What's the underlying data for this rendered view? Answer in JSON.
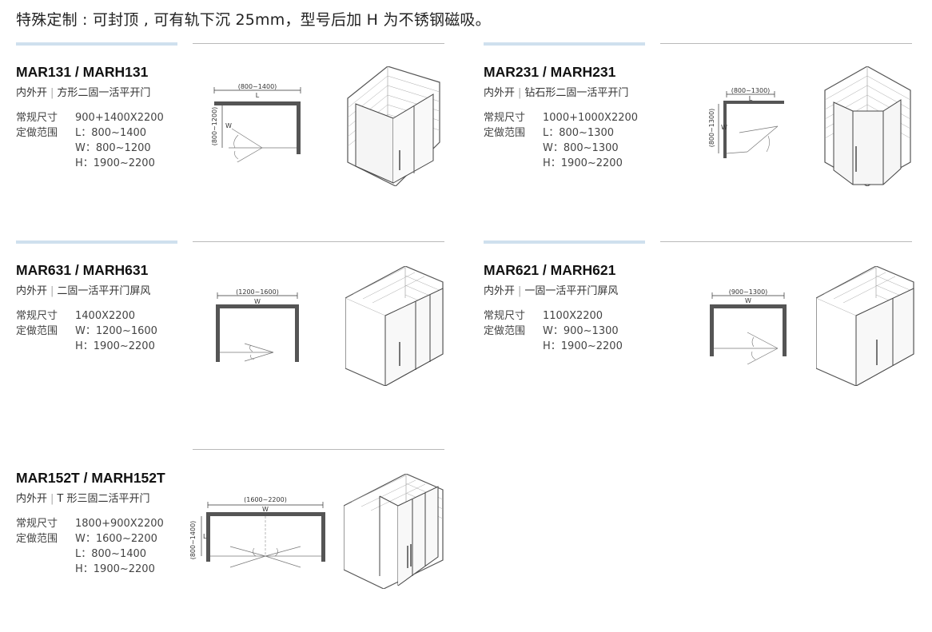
{
  "top_note": "特殊定制 : 可封顶 , 可有轨下沉 25mm，型号后加 H 为不锈钢磁吸。",
  "products": [
    {
      "model": "MAR131 / MARH131",
      "open_type": "内外开",
      "desc": "方形二固一活平开门",
      "specs": [
        {
          "label": "常规尺寸",
          "value": "900+1400X2200"
        },
        {
          "label": "定做范围",
          "value": "L：800~1400"
        },
        {
          "label": "",
          "value": "W：800~1200"
        },
        {
          "label": "",
          "value": "H：1900~2200"
        }
      ],
      "plan": {
        "dim_top": "(800~1400)",
        "dim_top_letter": "L",
        "dim_side": "(800~1200)",
        "dim_side_letter": "W"
      }
    },
    {
      "model": "MAR231 / MARH231",
      "open_type": "内外开",
      "desc": "钻石形二固一活平开门",
      "specs": [
        {
          "label": "常规尺寸",
          "value": "1000+1000X2200"
        },
        {
          "label": "定做范围",
          "value": "L：800~1300"
        },
        {
          "label": "",
          "value": "W：800~1300"
        },
        {
          "label": "",
          "value": "H：1900~2200"
        }
      ],
      "plan": {
        "dim_top": "(800~1300)",
        "dim_top_letter": "L",
        "dim_side": "(800~1300)",
        "dim_side_letter": "W"
      }
    },
    {
      "model": "MAR631 / MARH631",
      "open_type": "内外开",
      "desc": "二固一活平开门屏风",
      "specs": [
        {
          "label": "常规尺寸",
          "value": "1400X2200"
        },
        {
          "label": "定做范围",
          "value": "W：1200~1600"
        },
        {
          "label": "",
          "value": "H：1900~2200"
        }
      ],
      "plan": {
        "dim_top": "(1200~1600)",
        "dim_top_letter": "W"
      }
    },
    {
      "model": "MAR621 / MARH621",
      "open_type": "内外开",
      "desc": "一固一活平开门屏风",
      "specs": [
        {
          "label": "常规尺寸",
          "value": "1100X2200"
        },
        {
          "label": "定做范围",
          "value": "W：900~1300"
        },
        {
          "label": "",
          "value": "H：1900~2200"
        }
      ],
      "plan": {
        "dim_top": "(900~1300)",
        "dim_top_letter": "W"
      }
    },
    {
      "model": "MAR152T / MARH152T",
      "open_type": "内外开",
      "desc": "T 形三固二活平开门",
      "specs": [
        {
          "label": "常规尺寸",
          "value": "1800+900X2200"
        },
        {
          "label": "定做范围",
          "value": "W：1600~2200"
        },
        {
          "label": "",
          "value": "L：800~1400"
        },
        {
          "label": "",
          "value": "H：1900~2200"
        }
      ],
      "plan": {
        "dim_top": "(1600~2200)",
        "dim_top_letter": "W",
        "dim_side": "(800~1400)",
        "dim_side_letter": "L"
      }
    }
  ]
}
